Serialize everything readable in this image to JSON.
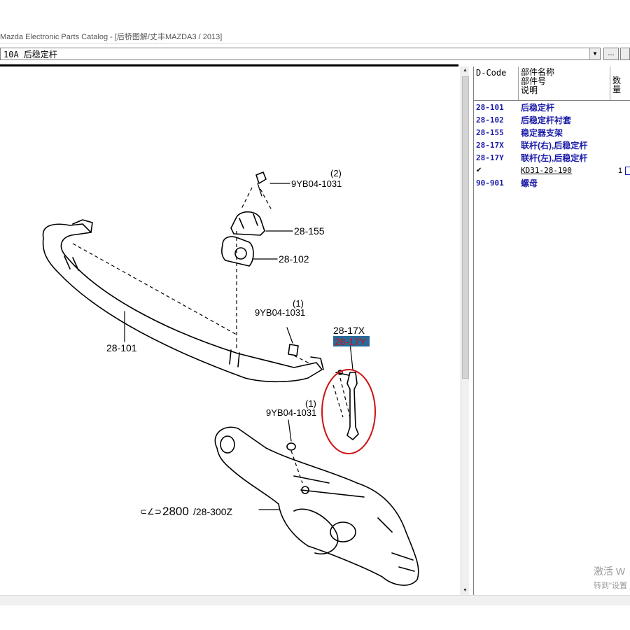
{
  "window": {
    "title": "Mazda Electronic Parts Catalog - [后桥图解/丈丰MAZDA3 / 2013]"
  },
  "toolbar": {
    "section": "10A  后稳定杆",
    "arrow": "▼",
    "more": "..."
  },
  "diagram": {
    "labels": {
      "bolt_top_code": "9YB04-1031",
      "bolt_top_qty": "(2)",
      "bracket": "28-155",
      "bushing": "28-102",
      "bolt_mid_code": "9YB04-1031",
      "bolt_mid_qty": "(1)",
      "bar": "28-101",
      "link_right": "28-17X",
      "link_left": "28-17Y",
      "bolt_low_code": "9YB04-1031",
      "bolt_low_qty": "(1)",
      "arm_ref_prefix": "⊂∠⊃",
      "arm_ref_num": "2800",
      "arm_ref_suffix": "/28-300Z"
    },
    "colors": {
      "highlight": "#d01010",
      "label_bg": "#2a6a9a"
    }
  },
  "panel": {
    "headers": {
      "dcode": "D-Code",
      "name_l1": "部件名称",
      "name_l2": "部件号",
      "name_l3": "说明",
      "qty": "数量"
    },
    "rows": [
      {
        "code": "28-101",
        "name": "后稳定杆"
      },
      {
        "code": "28-102",
        "name": "后稳定杆衬套"
      },
      {
        "code": "28-155",
        "name": "稳定器支架"
      },
      {
        "code": "28-17X",
        "name": "联杆(右),后稳定杆"
      },
      {
        "code": "28-17Y",
        "name": "联杆(左),后稳定杆"
      }
    ],
    "part": {
      "check": "✔",
      "number": "KD31-28-190",
      "qty": "1"
    },
    "last": {
      "code": "90-901",
      "name": "螺母"
    }
  },
  "watermark": {
    "line1": "激活 W",
    "line2": "转到\"设置"
  }
}
